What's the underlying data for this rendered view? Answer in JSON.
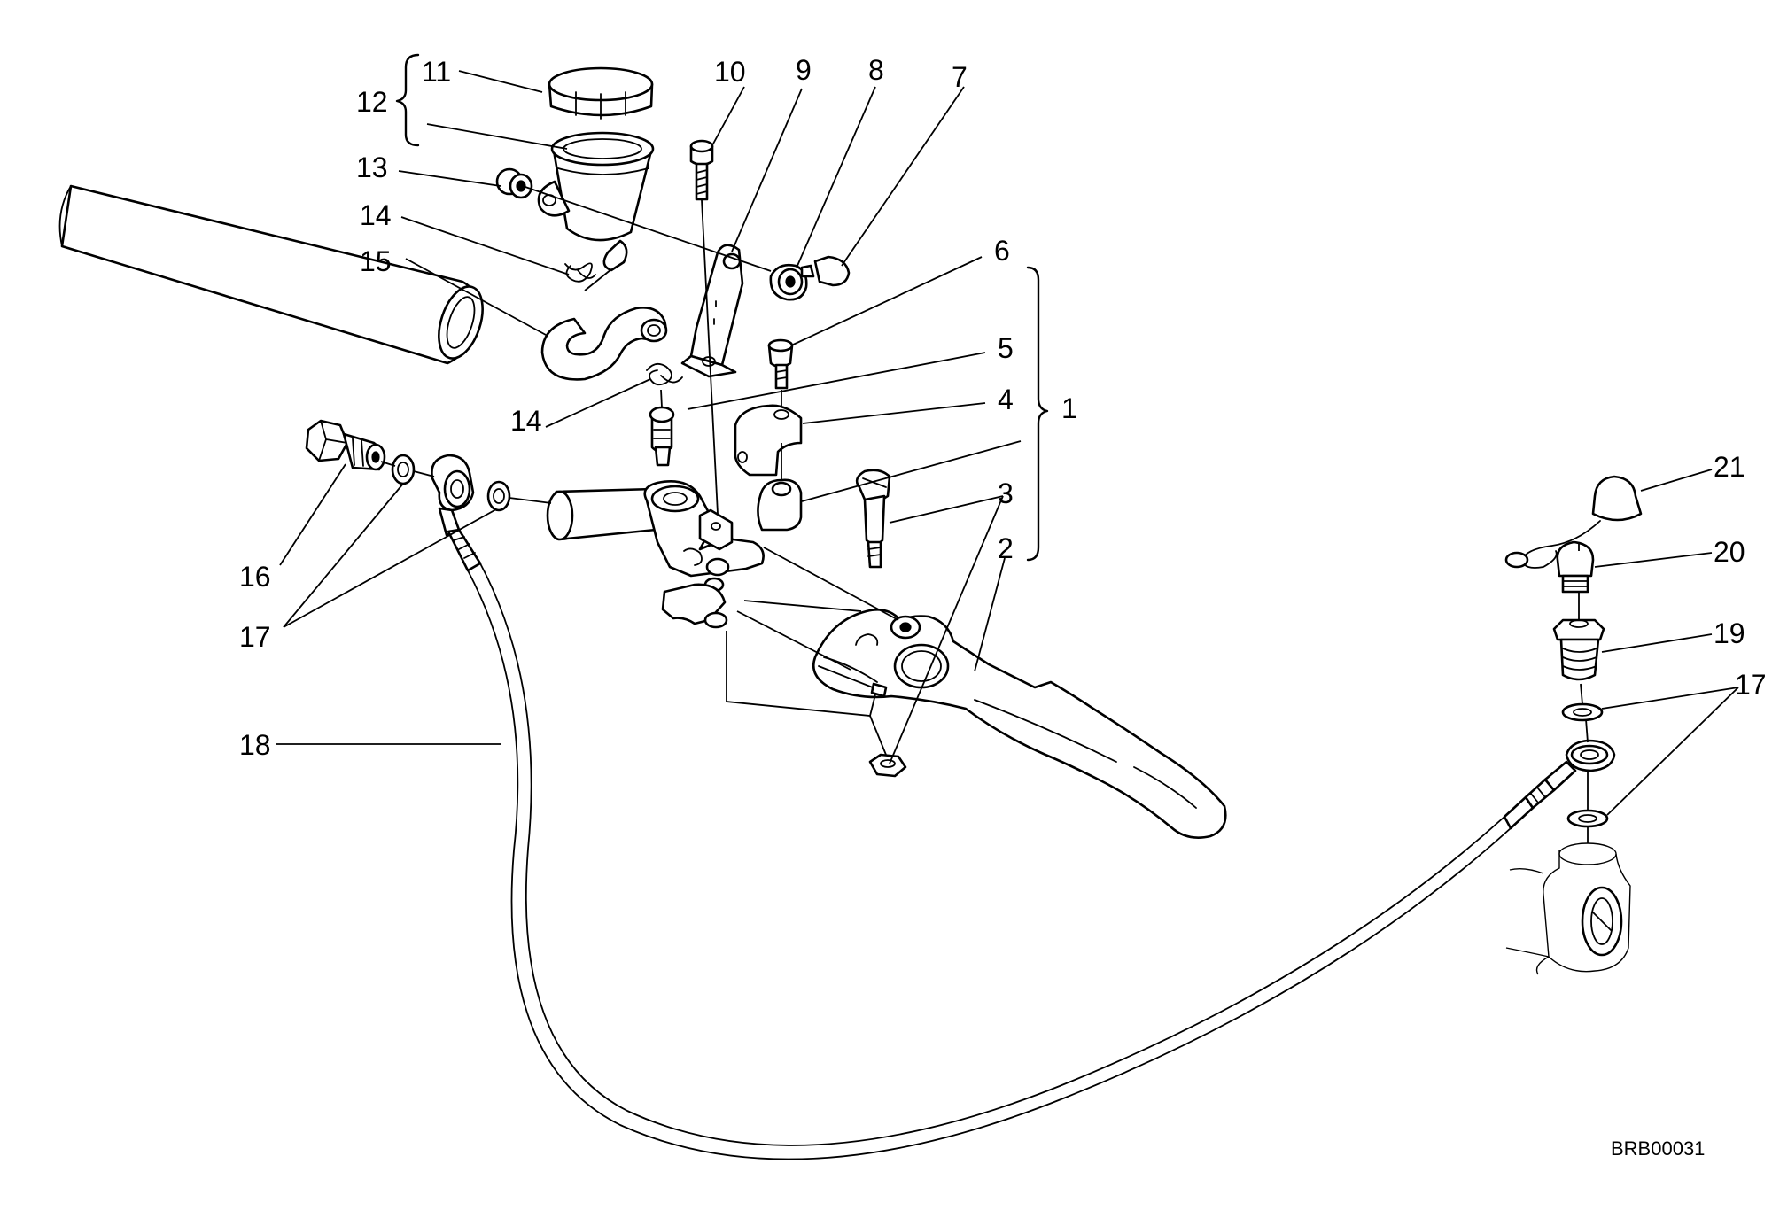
{
  "labels": {
    "l1": "1",
    "l2": "2",
    "l3": "3",
    "l4": "4",
    "l5": "5",
    "l6": "6",
    "l7": "7",
    "l8": "8",
    "l9": "9",
    "l10": "10",
    "l11": "11",
    "l12": "12",
    "l13": "13",
    "l14a": "14",
    "l14b": "14",
    "l15": "15",
    "l16": "16",
    "l17a": "17",
    "l17b": "17",
    "l18": "18",
    "l19": "19",
    "l20": "20",
    "l21": "21"
  },
  "drawing_code": "BRB00031"
}
